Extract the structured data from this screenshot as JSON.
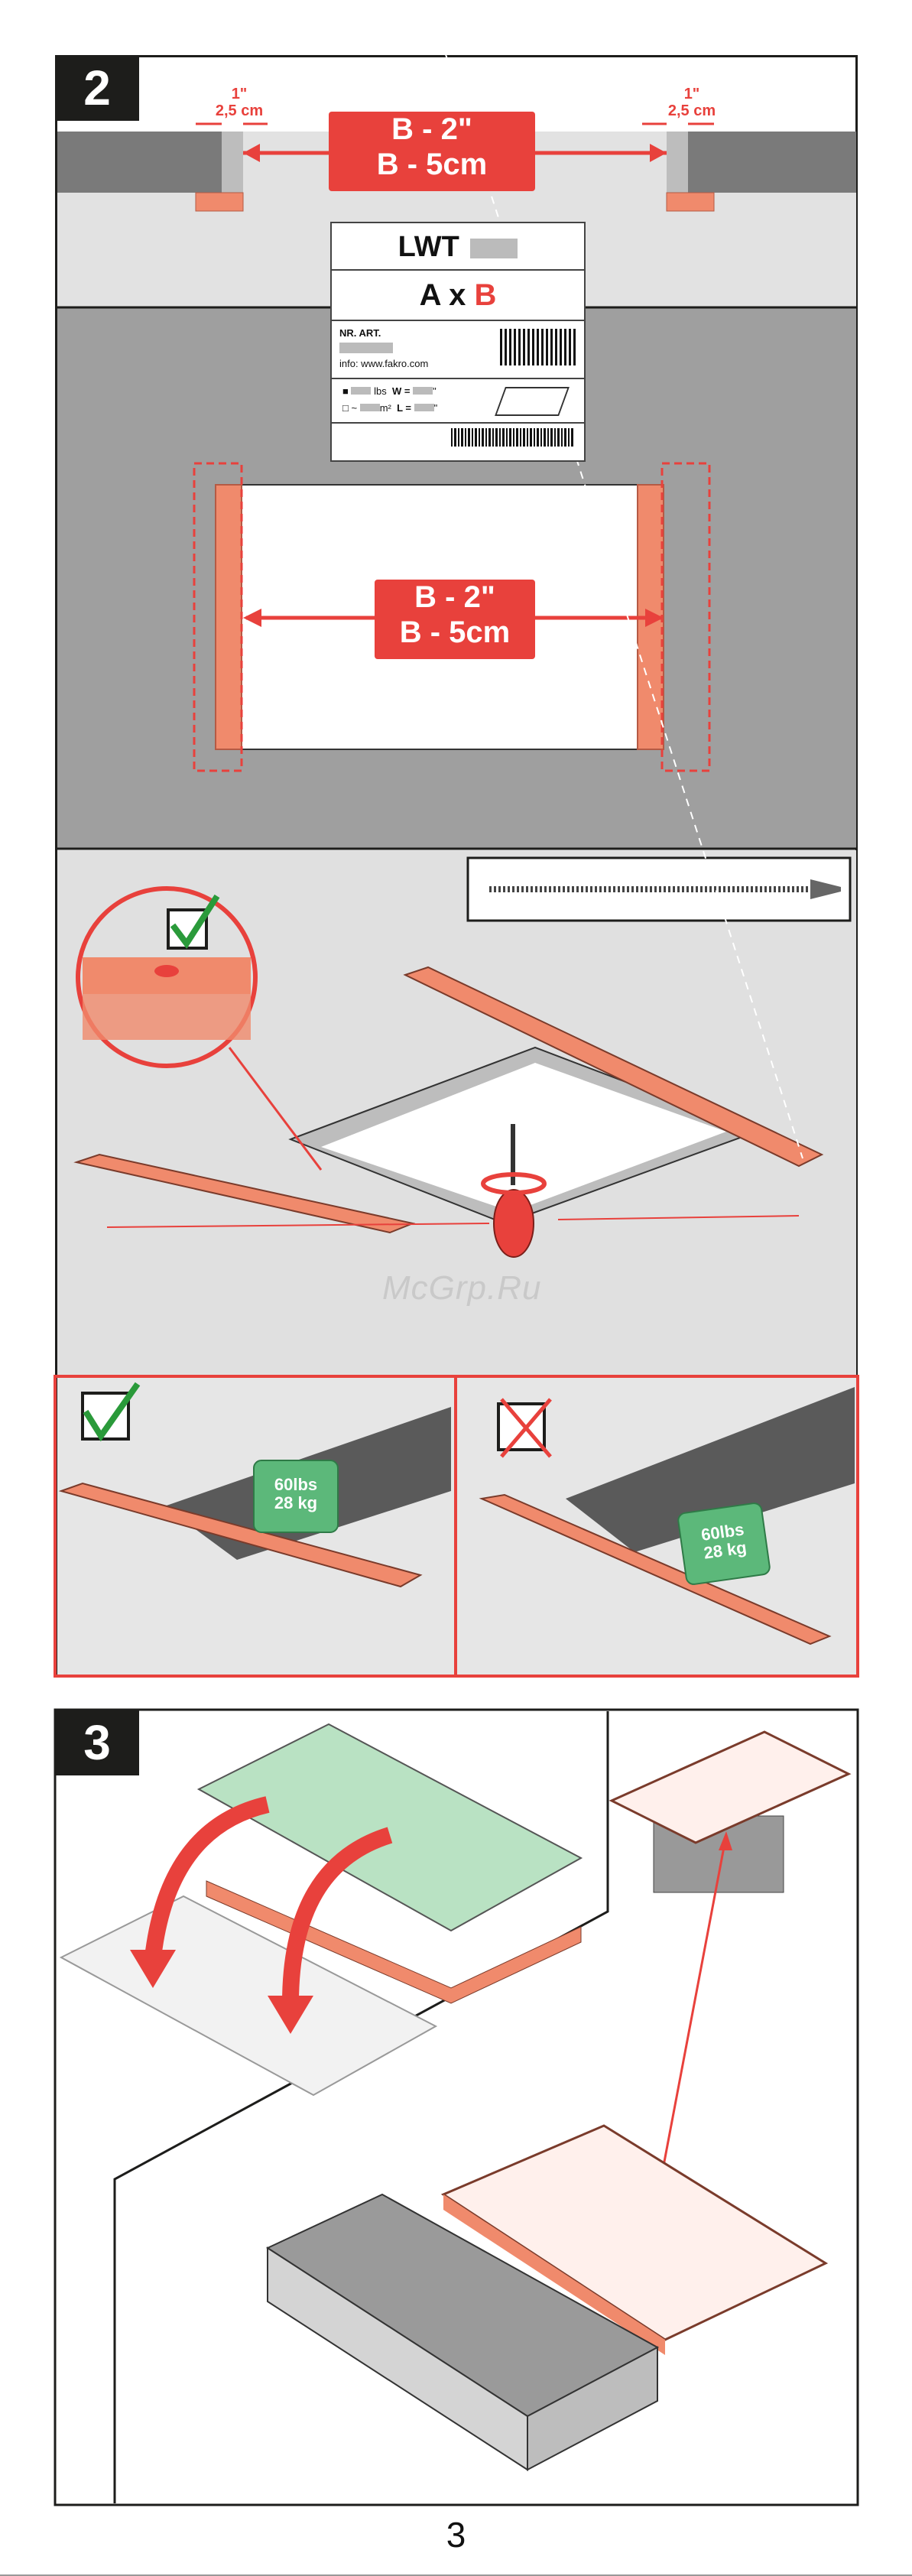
{
  "step2": {
    "number": "2",
    "gap_left": {
      "inch": "1\"",
      "cm": "2,5 cm"
    },
    "gap_right": {
      "inch": "1\"",
      "cm": "2,5 cm"
    },
    "dim_top": {
      "line1": "B - 2\"",
      "line2": "B - 5cm"
    },
    "dim_frame": {
      "line1": "B - 2\"",
      "line2": "B - 5cm"
    },
    "product_label": {
      "model": "LWT",
      "size_a": "A x ",
      "size_b": "B",
      "art": "NR. ART.",
      "info": "info: www.fakro.com",
      "weight_unit": "lbs",
      "area_unit": "m²",
      "w_label": "W =",
      "w_unit": "\"",
      "l_label": "L =",
      "l_unit": "\"",
      "approx": "~"
    }
  },
  "step2b": {
    "weight_ok": {
      "line1": "60lbs",
      "line2": "28 kg"
    },
    "weight_bad": {
      "line1": "60lbs",
      "line2": "28 kg"
    },
    "watermark": "McGrp.Ru"
  },
  "step3": {
    "number": "3"
  },
  "page_number": "3",
  "colors": {
    "accent": "#e8413c",
    "board": "#f08a6c",
    "dark": "#1d1d1b",
    "wall": "#7a7a7a",
    "panel": "#c8c8c8",
    "green": "#5cb87a"
  }
}
